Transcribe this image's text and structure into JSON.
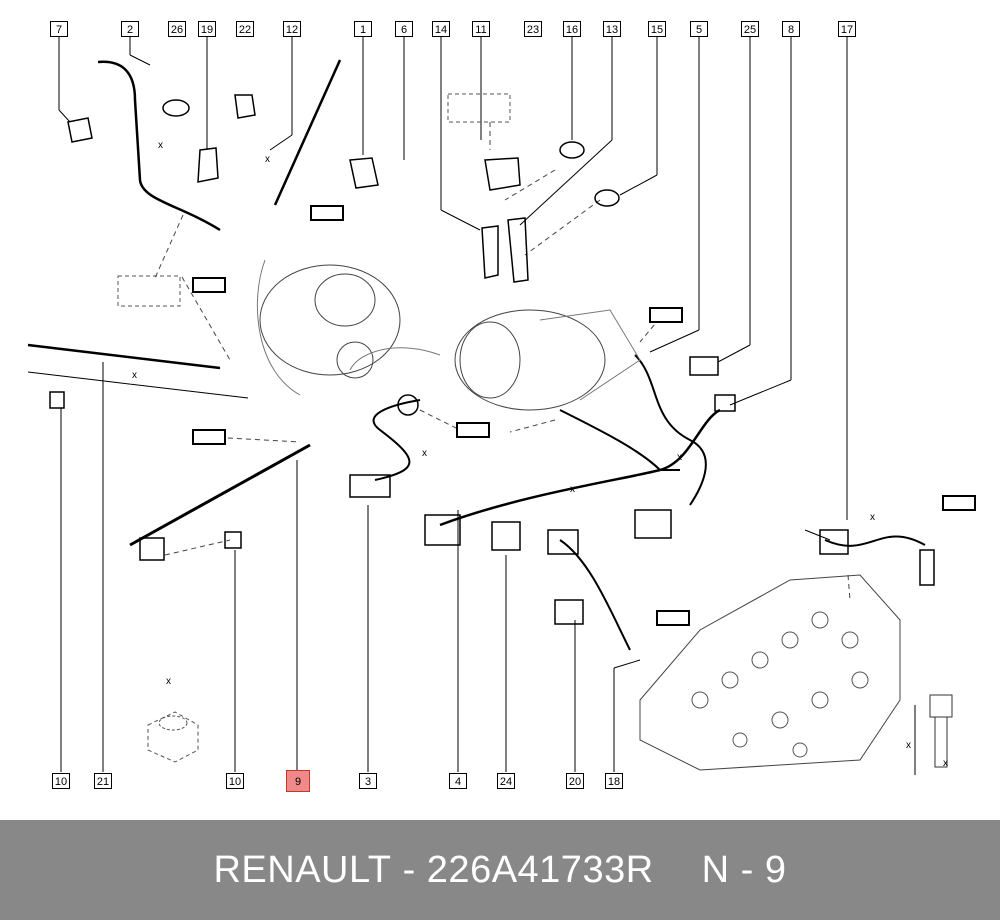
{
  "callouts": {
    "c7": "7",
    "c2": "2",
    "c26": "26",
    "c19": "19",
    "c22": "22",
    "c12": "12",
    "c1": "1",
    "c6": "6",
    "c14": "14",
    "c11": "11",
    "c23": "23",
    "c16": "16",
    "c13": "13",
    "c15": "15",
    "c5": "5",
    "c25": "25",
    "c8": "8",
    "c17": "17",
    "b10a": "10",
    "b21": "21",
    "b10b": "10",
    "b9": "9",
    "b3": "3",
    "b4": "4",
    "b24": "24",
    "b20": "20",
    "b18": "18"
  },
  "dim_mark": "x",
  "highlight_color": "#f08a8a",
  "footer": {
    "brand": "RENAULT",
    "sep": "-",
    "part_number": "226A41733R",
    "position_letter": "N",
    "sep2": "-",
    "position_number": "9"
  }
}
